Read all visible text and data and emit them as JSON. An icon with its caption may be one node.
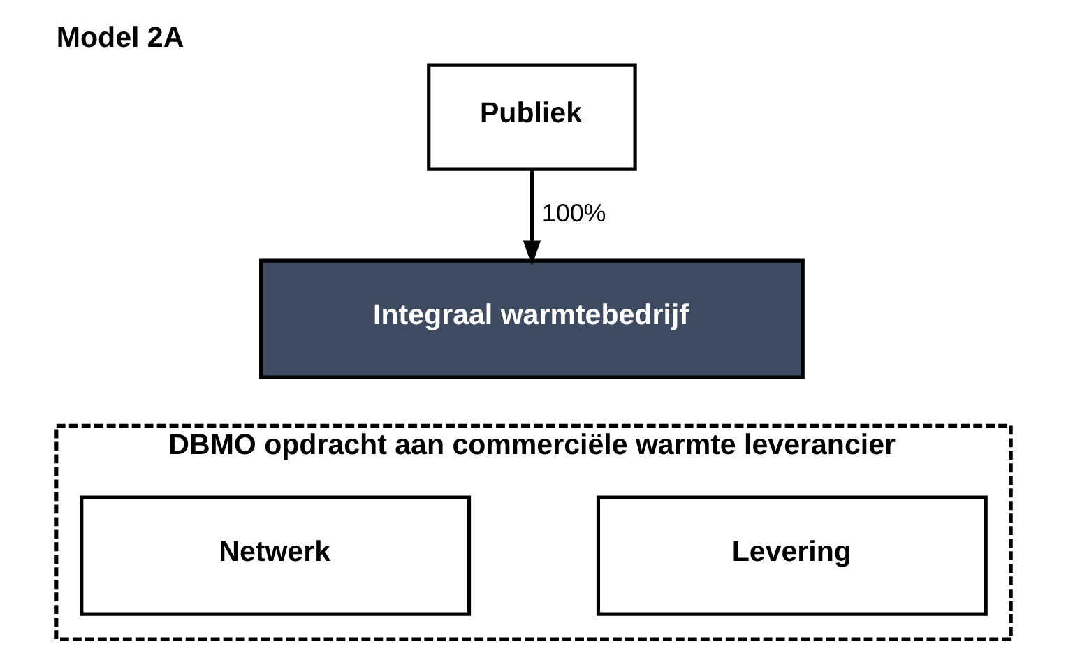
{
  "diagram": {
    "title": "Model 2A",
    "nodes": [
      {
        "text": [
          "Publiek"
        ]
      },
      {
        "text": [
          "Integraal warmtebedrijf"
        ]
      },
      {
        "text": [
          "DBMO opdracht aan commerciële warmte leverancier"
        ]
      },
      {
        "text": [
          "Netwerk"
        ],
        "in": 2
      },
      {
        "text": [
          "Levering"
        ],
        "in": 2
      }
    ],
    "edges": [
      {
        "from": 0,
        "to": 1,
        "arrow": "to",
        "label": "100%"
      }
    ]
  }
}
